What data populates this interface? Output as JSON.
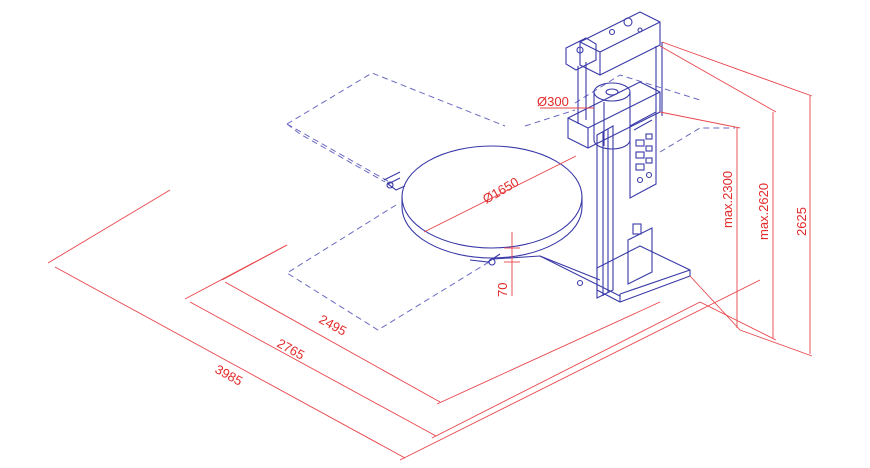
{
  "colors": {
    "machine_line": "#3a3aa8",
    "dimension_line": "#e8444a",
    "dimension_text": "#e32a2a",
    "background": "#ffffff"
  },
  "dimensions": {
    "overall_length": "3985",
    "mid_length": "2765",
    "short_length": "2495",
    "turntable_diameter": "Ø1650",
    "reel_diameter": "Ø300",
    "turntable_height": "70",
    "max_height_1": "max.2300",
    "max_height_2": "max.2620",
    "total_height": "2625"
  }
}
